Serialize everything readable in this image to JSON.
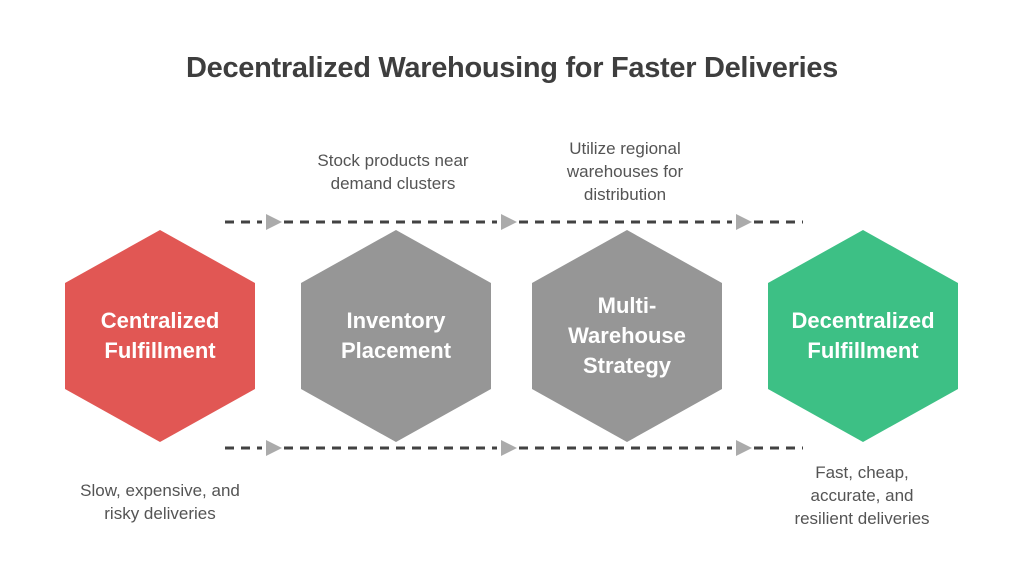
{
  "title": "Decentralized Warehousing for Faster Deliveries",
  "colors": {
    "background": "#ffffff",
    "title_text": "#3e3e3e",
    "annotation_text": "#545454",
    "node_label_text": "#ffffff",
    "dash_line": "#424242",
    "arrowhead": "#ababab",
    "centralized_red": "#e15754",
    "neutral_gray": "#969696",
    "decentralized_green": "#3dc085"
  },
  "nodes": [
    {
      "label": "Centralized\nFulfillment",
      "color": "#e15754"
    },
    {
      "label": "Inventory\nPlacement",
      "color": "#969696"
    },
    {
      "label": "Multi-\nWarehouse\nStrategy",
      "color": "#969696"
    },
    {
      "label": "Decentralized\nFulfillment",
      "color": "#3dc085"
    }
  ],
  "annotations": {
    "top": [
      {
        "text": "Stock products near\ndemand clusters"
      },
      {
        "text": "Utilize regional\nwarehouses for\ndistribution"
      }
    ],
    "bottom": [
      {
        "text": "Slow, expensive, and\nrisky deliveries"
      },
      {
        "text": "Fast, cheap,\naccurate, and\nresilient deliveries"
      }
    ]
  }
}
